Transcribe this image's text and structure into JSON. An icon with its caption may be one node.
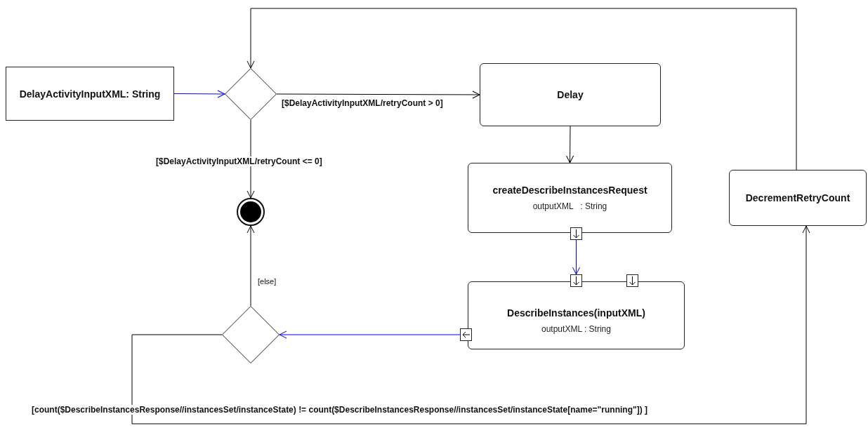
{
  "diagram": {
    "nodes": [
      {
        "text": [
          "DelayActivityInputXML: String"
        ]
      },
      {
        "text": [],
        "shape": "diamond"
      },
      {
        "text": [
          "Delay"
        ]
      },
      {
        "text": [
          "createDescribeInstancesRequest",
          "outputXML   : String"
        ]
      },
      {
        "text": [],
        "shape": "box"
      },
      {
        "text": [],
        "shape": "box"
      },
      {
        "text": [],
        "shape": "box"
      },
      {
        "text": [
          "DescribeInstances(inputXML)",
          "outputXML : String"
        ]
      },
      {
        "text": [],
        "shape": "box"
      },
      {
        "text": [],
        "shape": "diamond"
      },
      {
        "text": [],
        "shape": "circle"
      },
      {
        "text": [
          "DecrementRetryCount"
        ]
      }
    ],
    "edges": [
      {
        "from": 0,
        "to": 1,
        "arrow": "to",
        "color": "#0000ff"
      },
      {
        "from": 1,
        "to": 2,
        "arrow": "to",
        "label": "[$DelayActivityInputXML/retryCount > 0]"
      },
      {
        "from": 2,
        "to": 3,
        "arrow": "to"
      },
      {
        "from": 4,
        "to": 5,
        "arrow": "to",
        "color": "#0000ff"
      },
      {
        "from": 8,
        "to": 9,
        "arrow": "to",
        "color": "#0000ff"
      },
      {
        "from": 1,
        "to": 10,
        "arrow": "to",
        "label": "[$DelayActivityInputXML/retryCount <= 0]"
      },
      {
        "from": 9,
        "to": 10,
        "arrow": "to",
        "label": "[else]"
      },
      {
        "from": 9,
        "to": 11,
        "arrow": "to",
        "label": "[count($DescribeInstancesResponse//instancesSet/instanceState) != count($DescribeInstancesResponse//instancesSet/instanceState[name=\"running\"]) ]"
      },
      {
        "from": 11,
        "to": 1,
        "arrow": "to"
      }
    ]
  }
}
